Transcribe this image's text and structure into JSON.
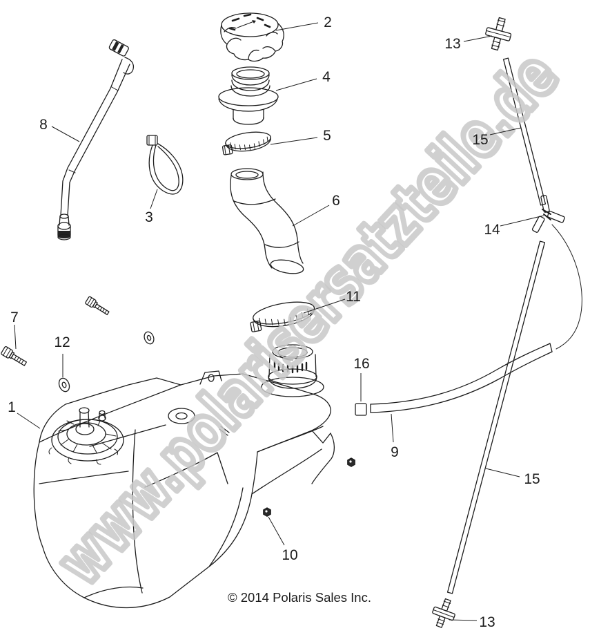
{
  "page": {
    "background": "#ffffff",
    "line_color": "#1c1c1c",
    "watermark_color": "#c8c8c8"
  },
  "watermark": {
    "text": "www.polarisersatzteile.de"
  },
  "copyright": {
    "text": "© 2014 Polaris Sales Inc."
  },
  "diagram": {
    "type": "exploded-parts-diagram",
    "subject": "fuel tank assembly",
    "callouts": [
      {
        "num": "1",
        "name": "fuel-tank"
      },
      {
        "num": "2",
        "name": "fuel-cap"
      },
      {
        "num": "3",
        "name": "cable-tie"
      },
      {
        "num": "4",
        "name": "filler-neck-bezel"
      },
      {
        "num": "5",
        "name": "hose-clamp-upper"
      },
      {
        "num": "6",
        "name": "filler-hose"
      },
      {
        "num": "7",
        "name": "bolt"
      },
      {
        "num": "8",
        "name": "vent-hose"
      },
      {
        "num": "9",
        "name": "fuel-line"
      },
      {
        "num": "10",
        "name": "flange-nut"
      },
      {
        "num": "11",
        "name": "hose-clamp-lower"
      },
      {
        "num": "12",
        "name": "washer"
      },
      {
        "num": "13",
        "name": "inline-fitting-top"
      },
      {
        "num": "14",
        "name": "line-clip"
      },
      {
        "num": "15",
        "name": "fuel-tube-upper"
      },
      {
        "num": "16",
        "name": "line-retainer-clip"
      },
      {
        "num": "13",
        "name": "inline-fitting-bottom"
      },
      {
        "num": "15",
        "name": "fuel-tube-lower"
      }
    ]
  }
}
